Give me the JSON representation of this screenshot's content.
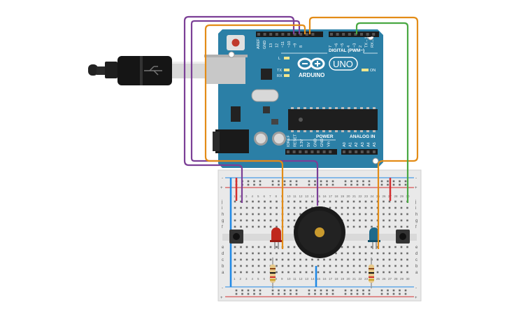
{
  "board": {
    "brand": "ARDUINO",
    "model": "UNO",
    "digital_label": "DIGITAL (PWM~)",
    "power_label": "POWER",
    "analog_label": "ANALOG IN",
    "tx_label": "TX",
    "rx_label": "RX",
    "l_label": "L",
    "on_label": "ON",
    "aref_label": "AREF",
    "gnd_label": "GND",
    "top_pins": [
      "13",
      "12",
      "~11",
      "~10",
      "~9",
      "8",
      "7",
      "~6",
      "~5",
      "4",
      "~3",
      "2",
      "TX→1",
      "RX←0"
    ],
    "power_pins": [
      "IOREF",
      "RESET",
      "3.3V",
      "5V",
      "GND",
      "GND",
      "Vin"
    ],
    "analog_pins": [
      "A0",
      "A1",
      "A2",
      "A3",
      "A4",
      "A5"
    ]
  },
  "breadboard": {
    "row_letters_top": [
      "j",
      "i",
      "h",
      "g",
      "f"
    ],
    "row_letters_bottom": [
      "e",
      "d",
      "c",
      "b",
      "a"
    ],
    "plus": "+",
    "minus": "-",
    "column_numbers": [
      "1",
      "2",
      "3",
      "4",
      "5",
      "6",
      "7",
      "8",
      "9",
      "10",
      "11",
      "12",
      "13",
      "14",
      "15",
      "16",
      "17",
      "18",
      "19",
      "20",
      "21",
      "22",
      "23",
      "24",
      "25",
      "26",
      "27",
      "28",
      "29",
      "30"
    ]
  },
  "colors": {
    "board": "#2b7fa6",
    "wire_purple": "#7b3f96",
    "wire_orange": "#e38c17",
    "wire_green": "#49a842",
    "led_red": "#c0281d",
    "led_blue": "#1f6a8a",
    "rail_red": "#d32f2f",
    "rail_blue": "#1e88e5"
  }
}
